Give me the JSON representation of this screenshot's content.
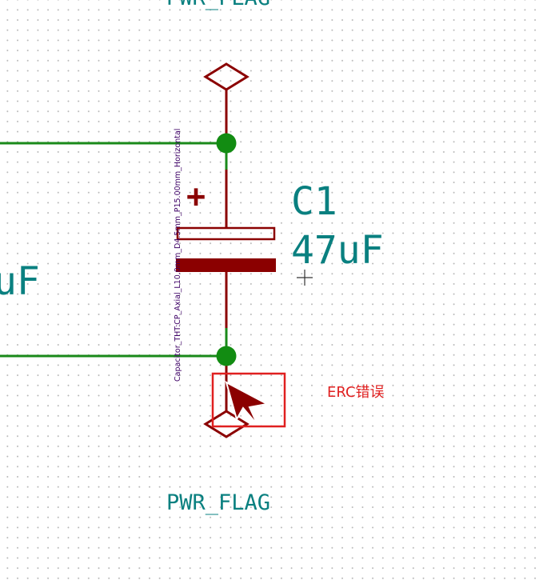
{
  "schematic": {
    "pwr_flag_top_label": "PWR_FLAG",
    "pwr_flag_bottom_label": "PWR_FLAG",
    "capacitor": {
      "reference": "C1",
      "value": "47uF",
      "polarity_mark": "+",
      "footprint": "Capacitor_THT:CP_Axial_L10.0mm_D4.5mm_P15.00mm_Horizontal"
    },
    "left_partial_value": "uF",
    "erc_marker_label": "ERC错误",
    "colors": {
      "wire": "#1a8a1a",
      "symbol": "#8b0000",
      "junction": "#128c12",
      "text": "#0a8080",
      "erc_box": "#e02020"
    },
    "icons": [
      "cursor-cross-icon",
      "erc-arrow-icon",
      "power-flag-icon",
      "junction-icon"
    ]
  }
}
